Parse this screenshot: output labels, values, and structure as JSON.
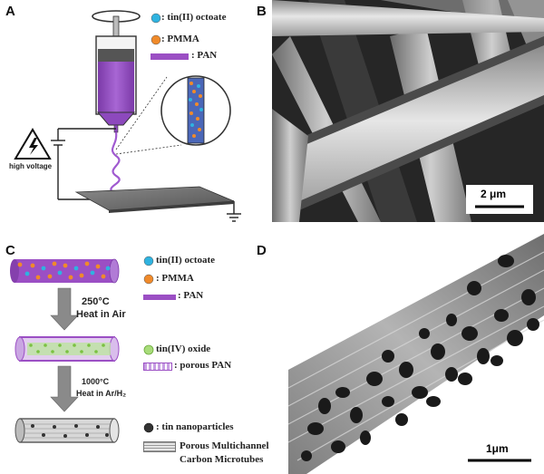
{
  "panels": {
    "a": "A",
    "b": "B",
    "c": "C",
    "d": "D"
  },
  "panel_a": {
    "legend": {
      "tin": ": tin(II) octoate",
      "pmma": ": PMMA",
      "pan": ": PAN"
    },
    "high_voltage": "high voltage",
    "colors": {
      "tin": "#2fb3e0",
      "pmma": "#f08a2a",
      "pan": "#9b4fc4"
    }
  },
  "panel_b": {
    "scale_bar": "2 μm"
  },
  "panel_c": {
    "legend_top": {
      "tin": "tin(II) octoate",
      "pmma": ": PMMA",
      "pan": ": PAN"
    },
    "step1": {
      "temp": "250°C",
      "process": "Heat in Air"
    },
    "legend_mid": {
      "tin_oxide": "tin(IV) oxide",
      "porous_pan": ": porous PAN"
    },
    "step2": {
      "temp": "1000°C",
      "process": "Heat in Ar/H₂"
    },
    "legend_bottom": {
      "tin_np": ": tin nanoparticles",
      "carbon_line1": "Porous Multichannel",
      "carbon_line2": "Carbon Microtubes"
    }
  },
  "panel_d": {
    "scale_bar": "1μm"
  }
}
